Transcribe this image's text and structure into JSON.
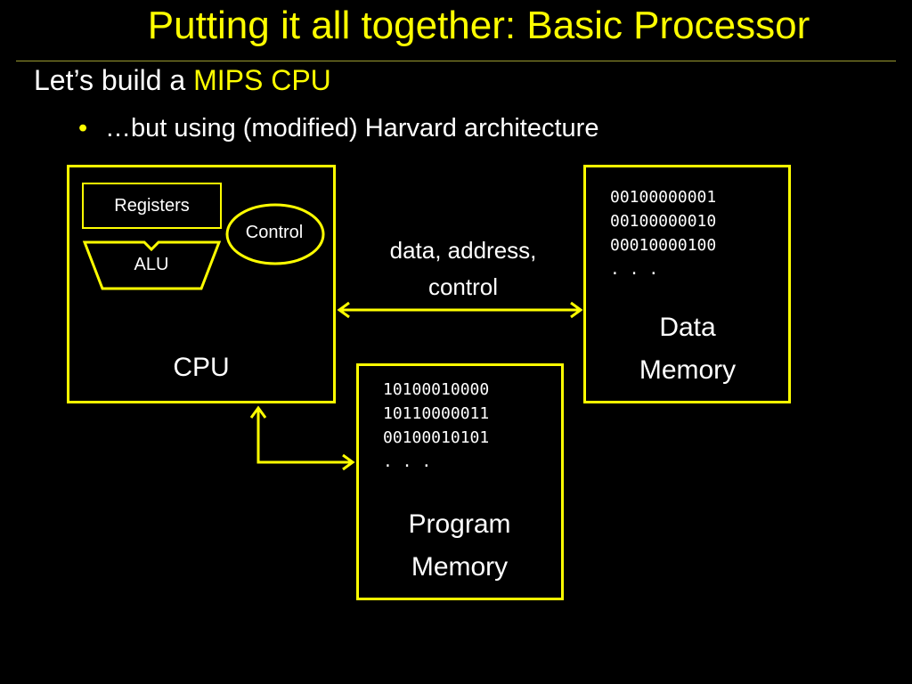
{
  "slide": {
    "title": "Putting it all together: Basic Processor",
    "heading_prefix": "Let’s build a ",
    "heading_accent": "MIPS CPU",
    "bullet_marker": "•",
    "bullet_text": "…but using (modified) Harvard architecture"
  },
  "cpu": {
    "registers_label": "Registers",
    "control_label": "Control",
    "alu_label": "ALU",
    "label": "CPU"
  },
  "bus": {
    "line1": "data, address,",
    "line2": "control"
  },
  "data_memory": {
    "lines": [
      "00100000001",
      "00100000010",
      "00010000100",
      ". . ."
    ],
    "label_line1": "Data",
    "label_line2": "Memory"
  },
  "program_memory": {
    "lines": [
      "10100010000",
      "10110000011",
      "00100010101",
      ". . ."
    ],
    "label_line1": "Program",
    "label_line2": "Memory"
  },
  "colors": {
    "background": "#000000",
    "accent": "#ffff00",
    "text": "#ffffff"
  }
}
